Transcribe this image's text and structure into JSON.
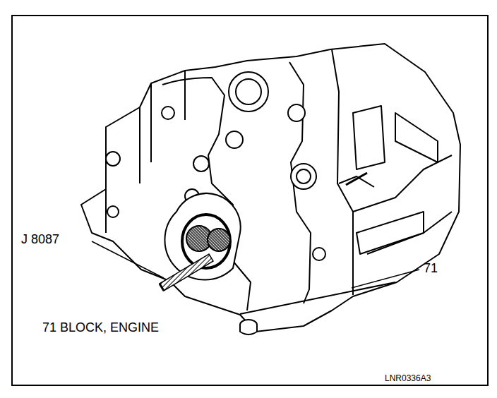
{
  "diagram": {
    "labels": [
      "J 8087",
      "71",
      "71 BLOCK, ENGINE",
      "LNR0336A3"
    ]
  }
}
